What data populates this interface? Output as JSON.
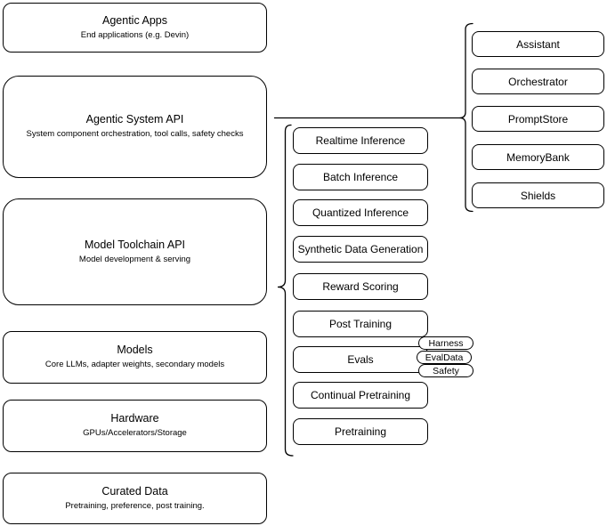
{
  "diagram": {
    "left_column": [
      {
        "title": "Agentic Apps",
        "subtitle": "End applications (e.g. Devin)"
      },
      {
        "title": "Agentic System API",
        "subtitle": "System component orchestration, tool calls, safety checks"
      },
      {
        "title": "Model Toolchain API",
        "subtitle": "Model development & serving"
      },
      {
        "title": "Models",
        "subtitle": "Core LLMs, adapter weights, secondary models"
      },
      {
        "title": "Hardware",
        "subtitle": "GPUs/Accelerators/Storage"
      },
      {
        "title": "Curated Data",
        "subtitle": "Pretraining, preference, post training."
      }
    ],
    "toolchain_services": [
      "Realtime Inference",
      "Batch Inference",
      "Quantized Inference",
      "Synthetic Data Generation",
      "Reward Scoring",
      "Post Training",
      "Evals",
      "Continual Pretraining",
      "Pretraining"
    ],
    "eval_components": [
      "Harness",
      "EvalData",
      "Safety"
    ],
    "system_components": [
      "Assistant",
      "Orchestrator",
      "PromptStore",
      "MemoryBank",
      "Shields"
    ],
    "colors": {
      "stroke": "#000000",
      "fill": "#ffffff",
      "text": "#000000"
    }
  }
}
